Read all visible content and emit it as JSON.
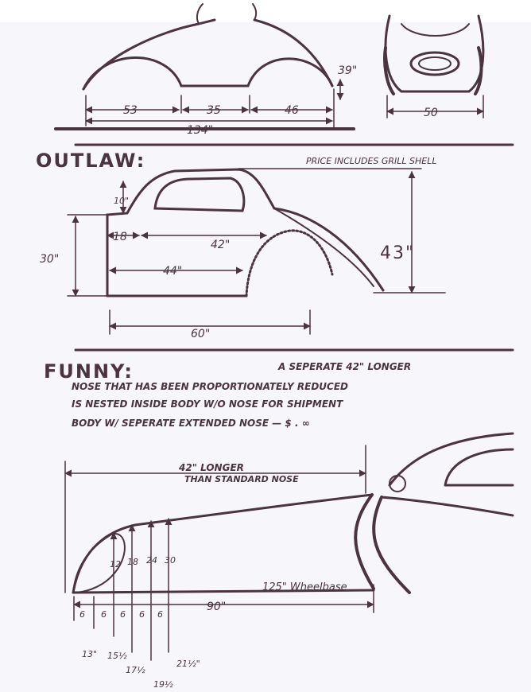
{
  "top_view": {
    "dims": [
      "53",
      "35",
      "46"
    ],
    "height": "39\"",
    "total": "134\"",
    "rear_width": "50"
  },
  "outlaw": {
    "title": "OUTLAW:",
    "note": "PRICE INCLUDES GRILL SHELL",
    "top_height": "10\"",
    "offset": "18",
    "roof_len": "42\"",
    "lower_len": "44\"",
    "side_height": "30\"",
    "overall_height": "43\"",
    "base_len": "60\""
  },
  "funny": {
    "title": "FUNNY:",
    "lines": [
      "A SEPERATE 42\" LONGER",
      "NOSE THAT HAS BEEN PROPORTIONATELY REDUCED",
      "IS NESTED INSIDE BODY W/O NOSE FOR SHIPMENT",
      "BODY W/ SEPERATE EXTENDED NOSE — $ . ∞"
    ],
    "longer_label_1": "42\" LONGER",
    "longer_label_2": "THAN STANDARD NOSE",
    "station_heights": [
      "12",
      "18",
      "24",
      "30"
    ],
    "station_spacing": [
      "6",
      "6",
      "6",
      "6",
      "6"
    ],
    "wheelbase": "125\" Wheelbase",
    "length": "90\"",
    "lower_dims": [
      "13\"",
      "15½",
      "17½",
      "19½",
      "21½\""
    ]
  }
}
